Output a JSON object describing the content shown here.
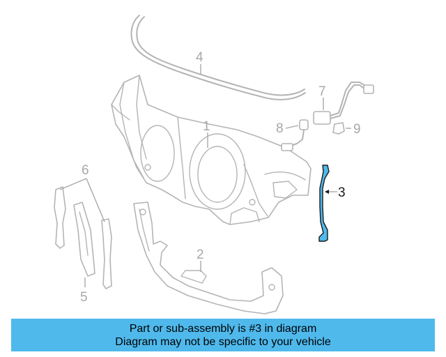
{
  "callouts": {
    "c1": "1",
    "c2": "2",
    "c3": "3",
    "c4": "4",
    "c5": "5",
    "c6": "6",
    "c7": "7",
    "c8": "8",
    "c9": "9"
  },
  "highlighted_part": "3",
  "banner": {
    "line1": "Part or sub-assembly is #3 in diagram",
    "line2": "Diagram may not be specific to your vehicle"
  },
  "colors": {
    "highlight": "#4fb9ec",
    "banner_background": "#4fb9ec",
    "part_lines": "#b4b4b4"
  }
}
